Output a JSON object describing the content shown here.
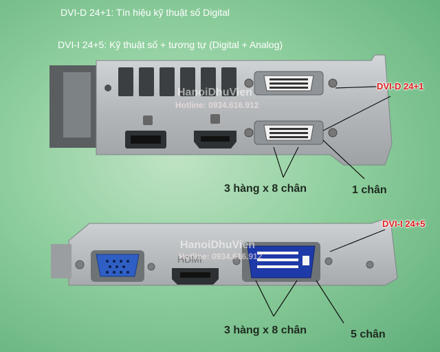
{
  "header": {
    "line1": "DVI-D 24+1: Tín hiệu kỹ thuật số Digital",
    "line2": "DVI-I 24+5: Kỹ thuật số + tương tự (Digital + Analog)"
  },
  "top_card": {
    "label_port": "DVI-D 24+1",
    "label_rows": "3 hàng x 8 chân",
    "label_pin": "1 chân"
  },
  "bottom_card": {
    "label_port": "DVI-I 24+5",
    "label_rows": "3 hàng x 8 chân",
    "label_pins": "5 chân"
  },
  "watermark": {
    "brand": "HanoiDhuVien",
    "hotline": "Hotline: 0934.616.912"
  },
  "colors": {
    "background": "#8fcf9e",
    "bracket": "#b9bcbe",
    "label_red": "#e02020",
    "vga": "#2f5fc4",
    "dvi_i": "#1e3aa8"
  },
  "icons": [
    "dvi-d-port-icon",
    "dvi-i-port-icon",
    "vga-port-icon",
    "hdmi-port-icon",
    "displayport-icon"
  ]
}
